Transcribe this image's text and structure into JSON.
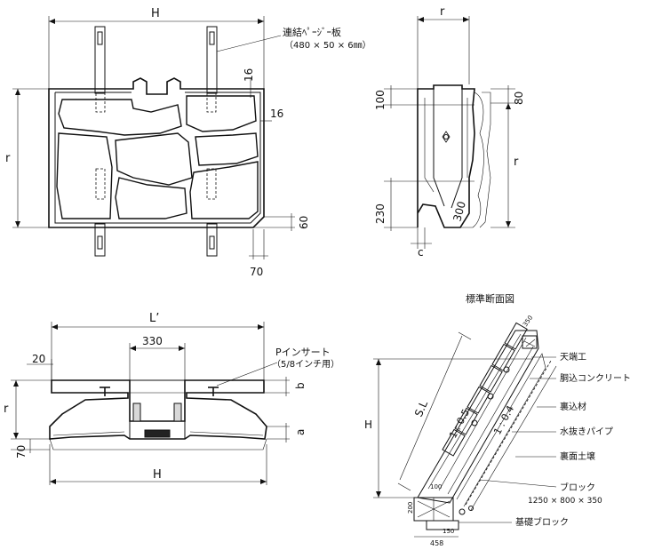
{
  "top_view": {
    "dim_width": "H",
    "dim_height": "r",
    "dim_16a": "16",
    "dim_16b": "16",
    "dim_60": "60",
    "dim_70": "70",
    "plate_label": "連結ﾍﾟｰｼﾞｰ板",
    "plate_size": "（480 × 50 × 6㎜）"
  },
  "side_view": {
    "dim_r_top": "r",
    "dim_100": "100",
    "dim_80": "80",
    "dim_r": "r",
    "dim_230": "230",
    "dim_300": "300",
    "dim_c": "c"
  },
  "front_view": {
    "dim_L": "L’",
    "dim_330": "330",
    "dim_20": "20",
    "dim_r": "r",
    "dim_70": "70",
    "dim_H": "H",
    "dim_b": "b",
    "dim_a": "a",
    "insert_label": "Pインサート",
    "insert_spec": "（5/8インチ用）"
  },
  "section": {
    "title": "標準断面図",
    "dim_H": "H",
    "dim_SL": "S.L",
    "slope_1": "1 : 0.5",
    "slope_2": "1 : 0.4",
    "dim_350": "350",
    "dim_100": "100",
    "dim_200": "200",
    "dim_150": "150",
    "dim_458": "458",
    "label_tenba": "天端工",
    "label_concrete": "胴込コンクリート",
    "label_backfill": "裏込材",
    "label_pipe": "水抜きパイプ",
    "label_soil": "裏面土壌",
    "label_block": "ブロック",
    "block_size": "1250 × 800 × 350",
    "label_base": "基礎ブロック"
  }
}
